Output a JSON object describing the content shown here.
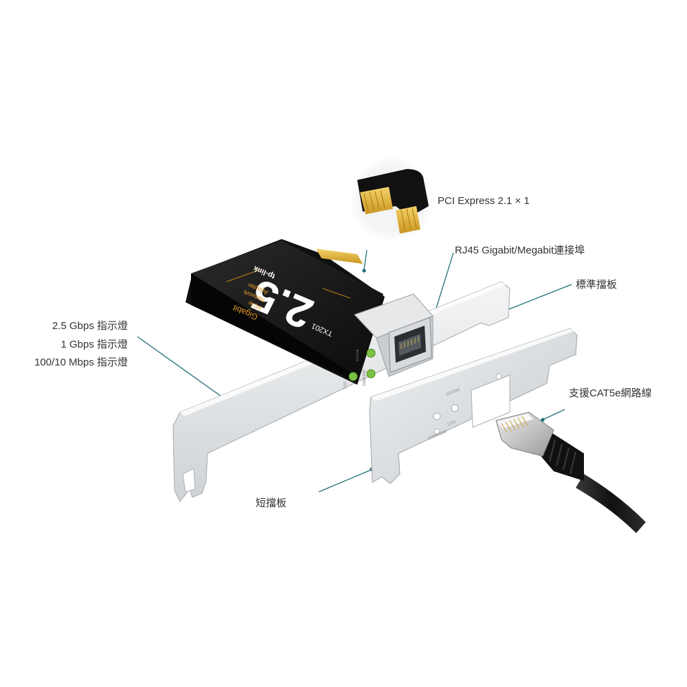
{
  "labels": {
    "pci_express": "PCI Express 2.1 × 1",
    "rj45_port": "RJ45 Gigabit/Megabit連接埠",
    "standard_bracket": "標準擋板",
    "led_2_5gbps": "2.5 Gbps 指示燈",
    "led_1gbps": "1 Gbps 指示燈",
    "led_100_10mbps": "100/10 Mbps 指示燈",
    "cat5e_support": "支援CAT5e網路線",
    "short_bracket": "短擋板"
  },
  "card_print": {
    "brand": "tp-link",
    "big_number": "2.5",
    "line1": "Gigabit",
    "line2": "PCIe",
    "line3": "Network",
    "line4": "Adapter",
    "model": "TX201"
  },
  "bracket_print": {
    "led_25": "2.5G",
    "led_1g": "1G/GbE",
    "led_100": "100M/10M",
    "led_short_a": "1G/GbE",
    "led_short_b": "100M/10M",
    "short_text": "2.5G"
  },
  "colors": {
    "leader_line": "#1f6f78",
    "label_text": "#333333",
    "led_green": "#7cc242",
    "card_black": "#151515",
    "gold_contact": "#e0b23a",
    "bracket_silver": "#d9dcdf"
  }
}
